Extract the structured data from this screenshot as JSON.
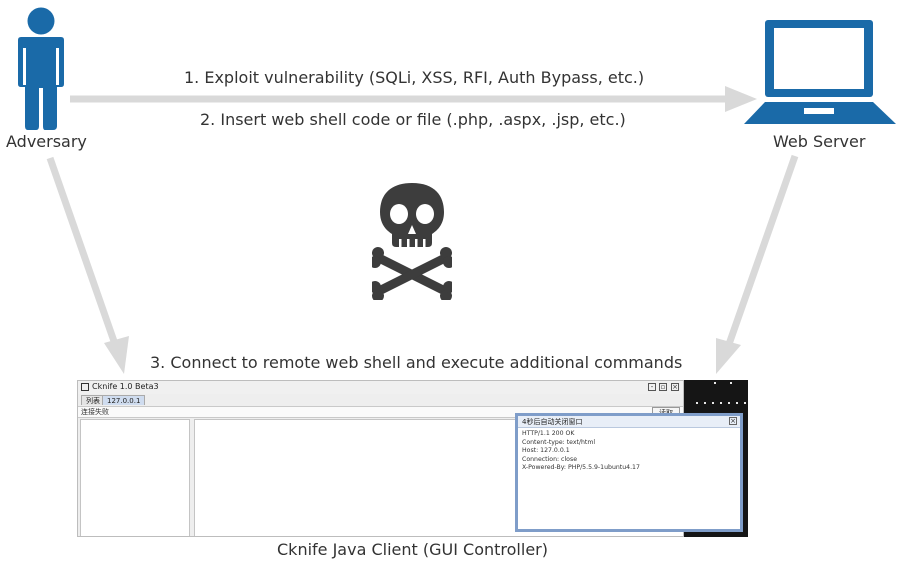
{
  "nodes": {
    "adversary": {
      "label": "Adversary",
      "icon": "person-icon"
    },
    "web_server": {
      "label": "Web Server",
      "icon": "laptop-icon"
    }
  },
  "steps": {
    "step1": "1. Exploit vulnerability (SQLi, XSS, RFI, Auth Bypass, etc.)",
    "step2": "2. Insert web shell code or file (.php, .aspx, .jsp, etc.)",
    "step3": "3. Connect to remote web shell and execute additional commands"
  },
  "center_icon": "skull-crossbones-icon",
  "cknife": {
    "title": "Cknife 1.0 Beta3",
    "tabs": [
      "列表",
      "127.0.0.1"
    ],
    "address": "连接失败",
    "button": "读取",
    "popup": {
      "title": "4秒后自动关闭窗口",
      "lines": [
        "HTTP/1.1 200 OK",
        "Content-type: text/html",
        "Host: 127.0.0.1",
        "Connection: close",
        "X-Powered-By: PHP/5.5.9-1ubuntu4.17"
      ]
    }
  },
  "caption": "Cknife Java Client (GUI Controller)",
  "colors": {
    "icon_blue": "#1a6aa8",
    "arrow_gray": "#d9d9d9",
    "skull": "#3d3d3d"
  }
}
